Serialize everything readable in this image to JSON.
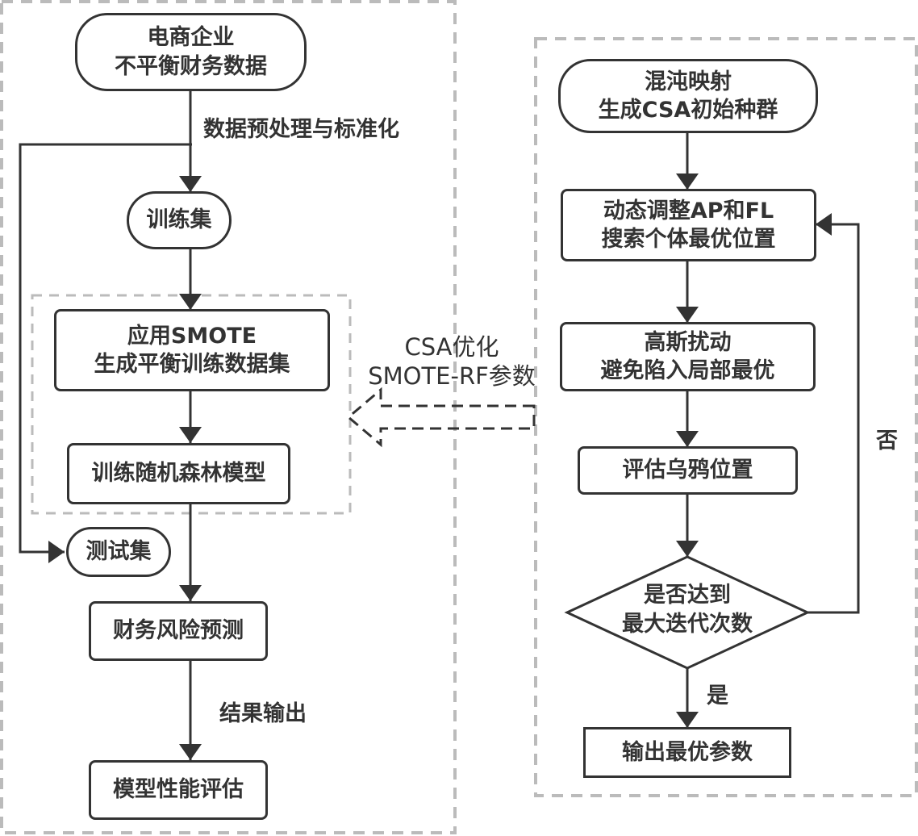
{
  "left_panel": {
    "start": {
      "line1": "电商企业",
      "line2": "不平衡财务数据"
    },
    "preprocess_label": "数据预处理与标准化",
    "train_set": "训练集",
    "smote": {
      "line1": "应用SMOTE",
      "line2": "生成平衡训练数据集"
    },
    "rf_train": "训练随机森林模型",
    "test_set": "测试集",
    "predict": "财务风险预测",
    "output_label": "结果输出",
    "evaluate": "模型性能评估"
  },
  "link": {
    "line1": "CSA优化",
    "line2": "SMOTE-RF参数"
  },
  "right_panel": {
    "start": {
      "line1": "混沌映射",
      "line2": "生成CSA初始种群"
    },
    "adjust": {
      "line1": "动态调整AP和FL",
      "line2": "搜索个体最优位置"
    },
    "gauss": {
      "line1": "高斯扰动",
      "line2": "避免陷入局部最优"
    },
    "evaluate": "评估乌鸦位置",
    "decision": {
      "line1": "是否达到",
      "line2": "最大迭代次数"
    },
    "no_label": "否",
    "yes_label": "是",
    "output": "输出最优参数"
  },
  "colors": {
    "stroke": "#333333",
    "dashed_frame": "#bbbbbb",
    "background": "#ffffff"
  }
}
